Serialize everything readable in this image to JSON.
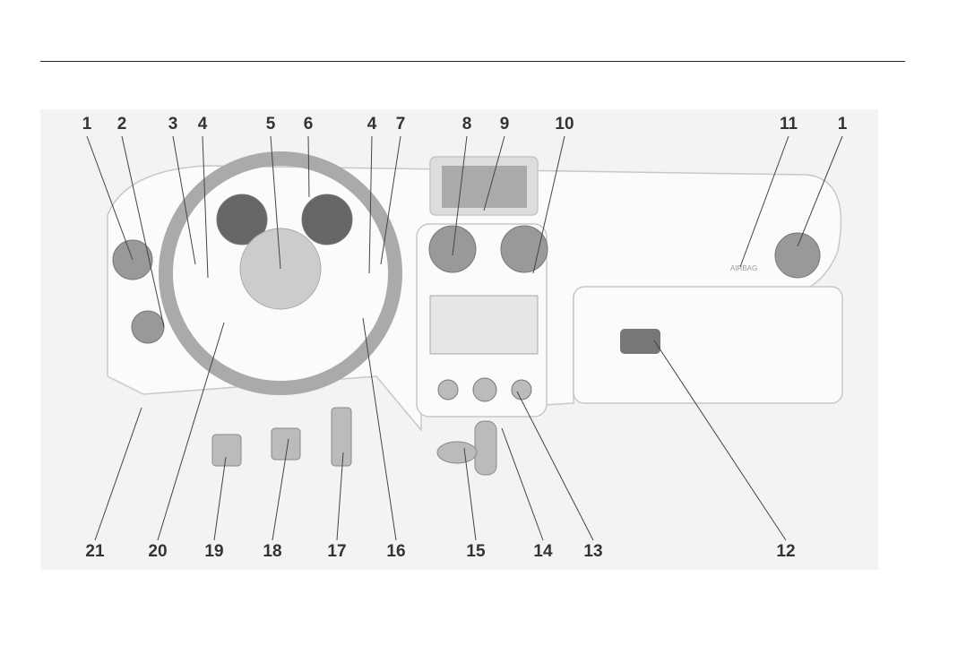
{
  "figure": {
    "airbag_label": "AIRBAG",
    "top_callouts": [
      "1",
      "2",
      "3",
      "4",
      "5",
      "6",
      "4",
      "7",
      "8",
      "9",
      "10",
      "11",
      "1"
    ],
    "bottom_callouts": [
      "21",
      "20",
      "19",
      "18",
      "17",
      "16",
      "15",
      "14",
      "13",
      "12"
    ]
  }
}
